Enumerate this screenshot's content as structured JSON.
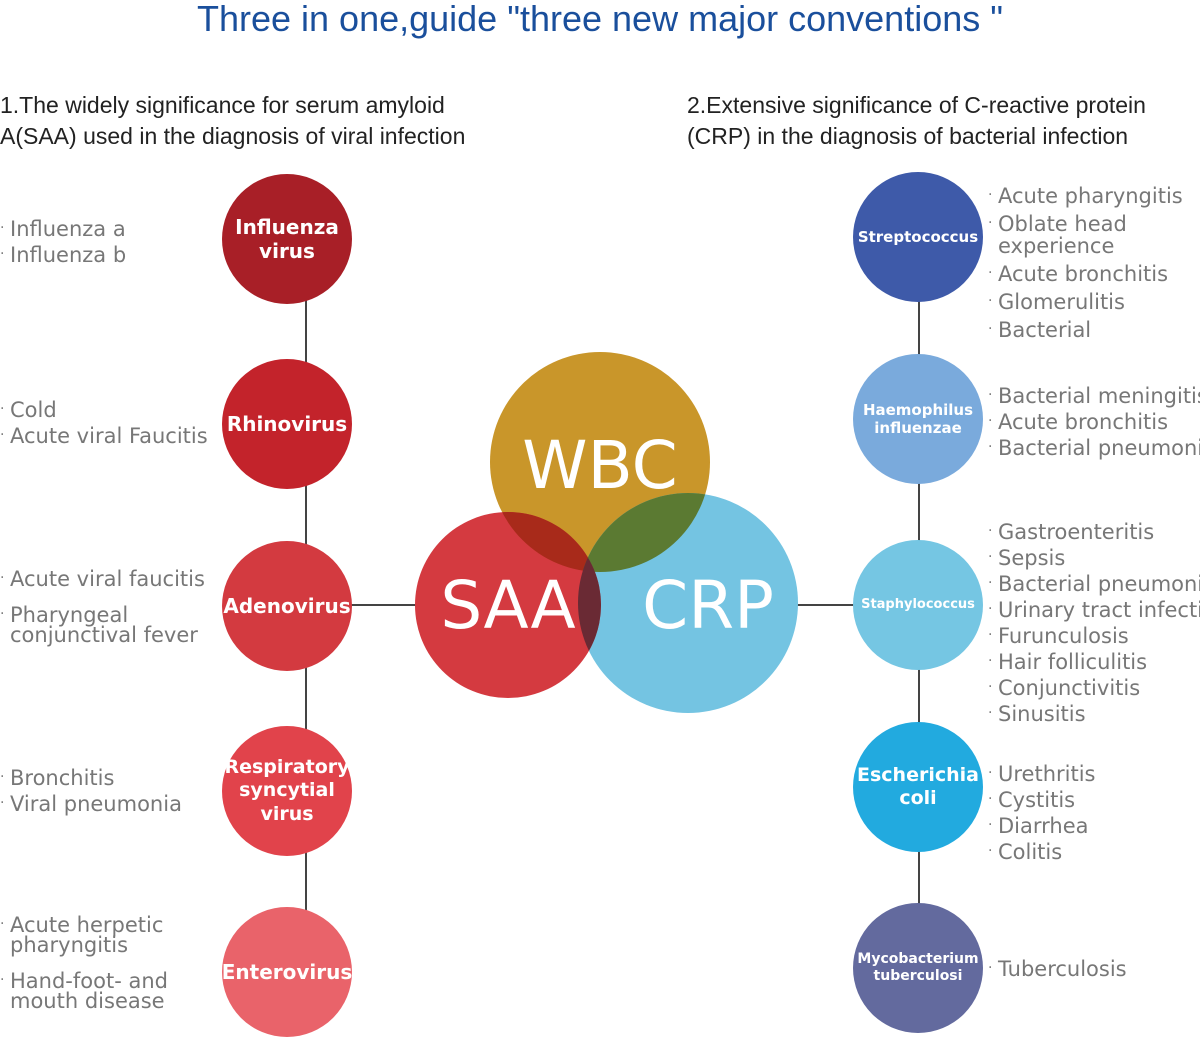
{
  "title": "Three in one,guide \"three new  major conventions \"",
  "section_left": {
    "heading_line1": "1.The widely significance for serum amyloid",
    "heading_line2": "A(SAA) used in the diagnosis of viral infection"
  },
  "section_right": {
    "heading_line1": "2.Extensive significance of C-reactive protein",
    "heading_line2": "(CRP) in the diagnosis of bacterial infection"
  },
  "venn": {
    "wbc": {
      "label": "WBC",
      "color": "#c9962a"
    },
    "saa": {
      "label": "SAA",
      "color": "#d43a40"
    },
    "crp": {
      "label": "CRP",
      "color": "#74c4e2"
    },
    "overlap_wbc_saa": "#a82a1a",
    "overlap_wbc_crp": "#5b7a32",
    "overlap_saa_crp": "#8a3040",
    "overlap_center": "#6a2a34"
  },
  "viruses": [
    {
      "name_line1": "Influenza",
      "name_line2": "virus",
      "color": "#a81f27",
      "items": [
        "Influenza a",
        "Influenza b"
      ]
    },
    {
      "name_line1": "Rhinovirus",
      "name_line2": "",
      "color": "#c3232b",
      "items": [
        "Cold",
        "Acute viral Faucitis"
      ]
    },
    {
      "name_line1": "Adenovirus",
      "name_line2": "",
      "color": "#d33a40",
      "items": [
        "Acute viral faucitis",
        "Pharyngeal conjunctival fever"
      ]
    },
    {
      "name_line1": "Respiratory",
      "name_line2": "syncytial",
      "name_line3": "virus",
      "color": "#e1434b",
      "items": [
        "Bronchitis",
        "Viral pneumonia"
      ]
    },
    {
      "name_line1": "Enterovirus",
      "name_line2": "",
      "color": "#e9636a",
      "items": [
        "Acute herpetic pharyngitis",
        "Hand-foot- and mouth disease"
      ]
    }
  ],
  "virus_item_lines": {
    "adenovirus_2a": "Pharyngeal",
    "adenovirus_2b": "conjunctival fever",
    "enterovirus_1a": "Acute herpetic",
    "enterovirus_1b": "pharyngitis",
    "enterovirus_2a": "Hand-foot- and",
    "enterovirus_2b": "mouth disease"
  },
  "bacteria": [
    {
      "name_line1": "Streptococcus",
      "name_line2": "",
      "color": "#3e5aa9",
      "items": [
        "Acute pharyngitis",
        "Oblate head experience",
        "Acute bronchitis",
        "Glomerulitis",
        "Bacterial"
      ]
    },
    {
      "name_line1": "Haemophilus",
      "name_line2": "influenzae",
      "color": "#7aaadc",
      "items": [
        "Bacterial meningitis",
        "Acute bronchitis",
        "Bacterial pneumonia"
      ]
    },
    {
      "name_line1": "Staphylococcus",
      "name_line2": "",
      "color": "#75c6e3",
      "items": [
        "Gastroenteritis",
        "Sepsis",
        "Bacterial pneumonia",
        "Urinary tract infection",
        "Furunculosis",
        "Hair folliculitis",
        "Conjunctivitis",
        "Sinusitis"
      ]
    },
    {
      "name_line1": "Escherichia",
      "name_line2": "coli",
      "color": "#22aadf",
      "items": [
        "Urethritis",
        "Cystitis",
        "Diarrhea",
        "Colitis"
      ]
    },
    {
      "name_line1": "Mycobacterium",
      "name_line2": "tuberculosi",
      "color": "#636a9e",
      "items": [
        "Tuberculosis"
      ]
    }
  ],
  "bacteria_item_lines": {
    "strep_2a": "Oblate head",
    "strep_2b": "experience"
  }
}
